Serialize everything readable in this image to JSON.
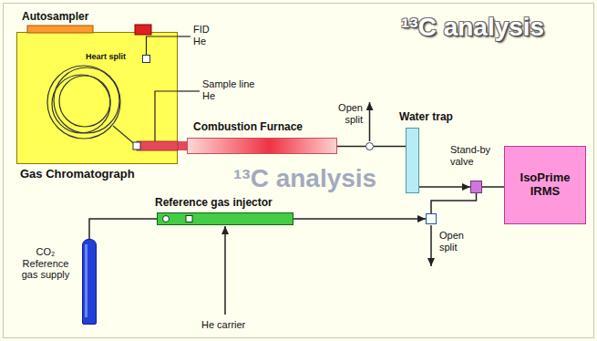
{
  "diagram": {
    "title": "¹³C analysis",
    "nodes": [
      {
        "text": [
          "Autosampler",
          "Gas Chromatograph"
        ]
      },
      {
        "text": [
          "Heart split"
        ],
        "in": 0
      },
      {
        "text": [
          "Combustion Furnace"
        ]
      },
      {
        "text": [
          "Open split"
        ]
      },
      {
        "text": [
          "Water trap"
        ]
      },
      {
        "text": [
          "Stand-by valve"
        ]
      },
      {
        "text": [
          "IsoPrime IRMS"
        ]
      },
      {
        "text": [
          "CO₂ Reference gas supply"
        ]
      },
      {
        "text": [
          "Reference gas injector"
        ]
      },
      {
        "text": [
          "Open split"
        ]
      }
    ],
    "edges": [
      {
        "from": 0,
        "to": 2,
        "arrow": "none"
      },
      {
        "from": 2,
        "to": 3,
        "arrow": "none"
      },
      {
        "from": 3,
        "to": 4,
        "arrow": "none"
      },
      {
        "from": 4,
        "to": 5,
        "arrow": "to"
      },
      {
        "from": 5,
        "to": 6,
        "arrow": "none"
      },
      {
        "from": 7,
        "to": 8,
        "arrow": "none"
      },
      {
        "from": 8,
        "to": 9,
        "arrow": "to"
      },
      {
        "from": 9,
        "to": 5,
        "arrow": "none"
      }
    ],
    "labels": [
      "FID He",
      "Sample line He",
      "He carrier",
      "¹³C analysis"
    ]
  }
}
